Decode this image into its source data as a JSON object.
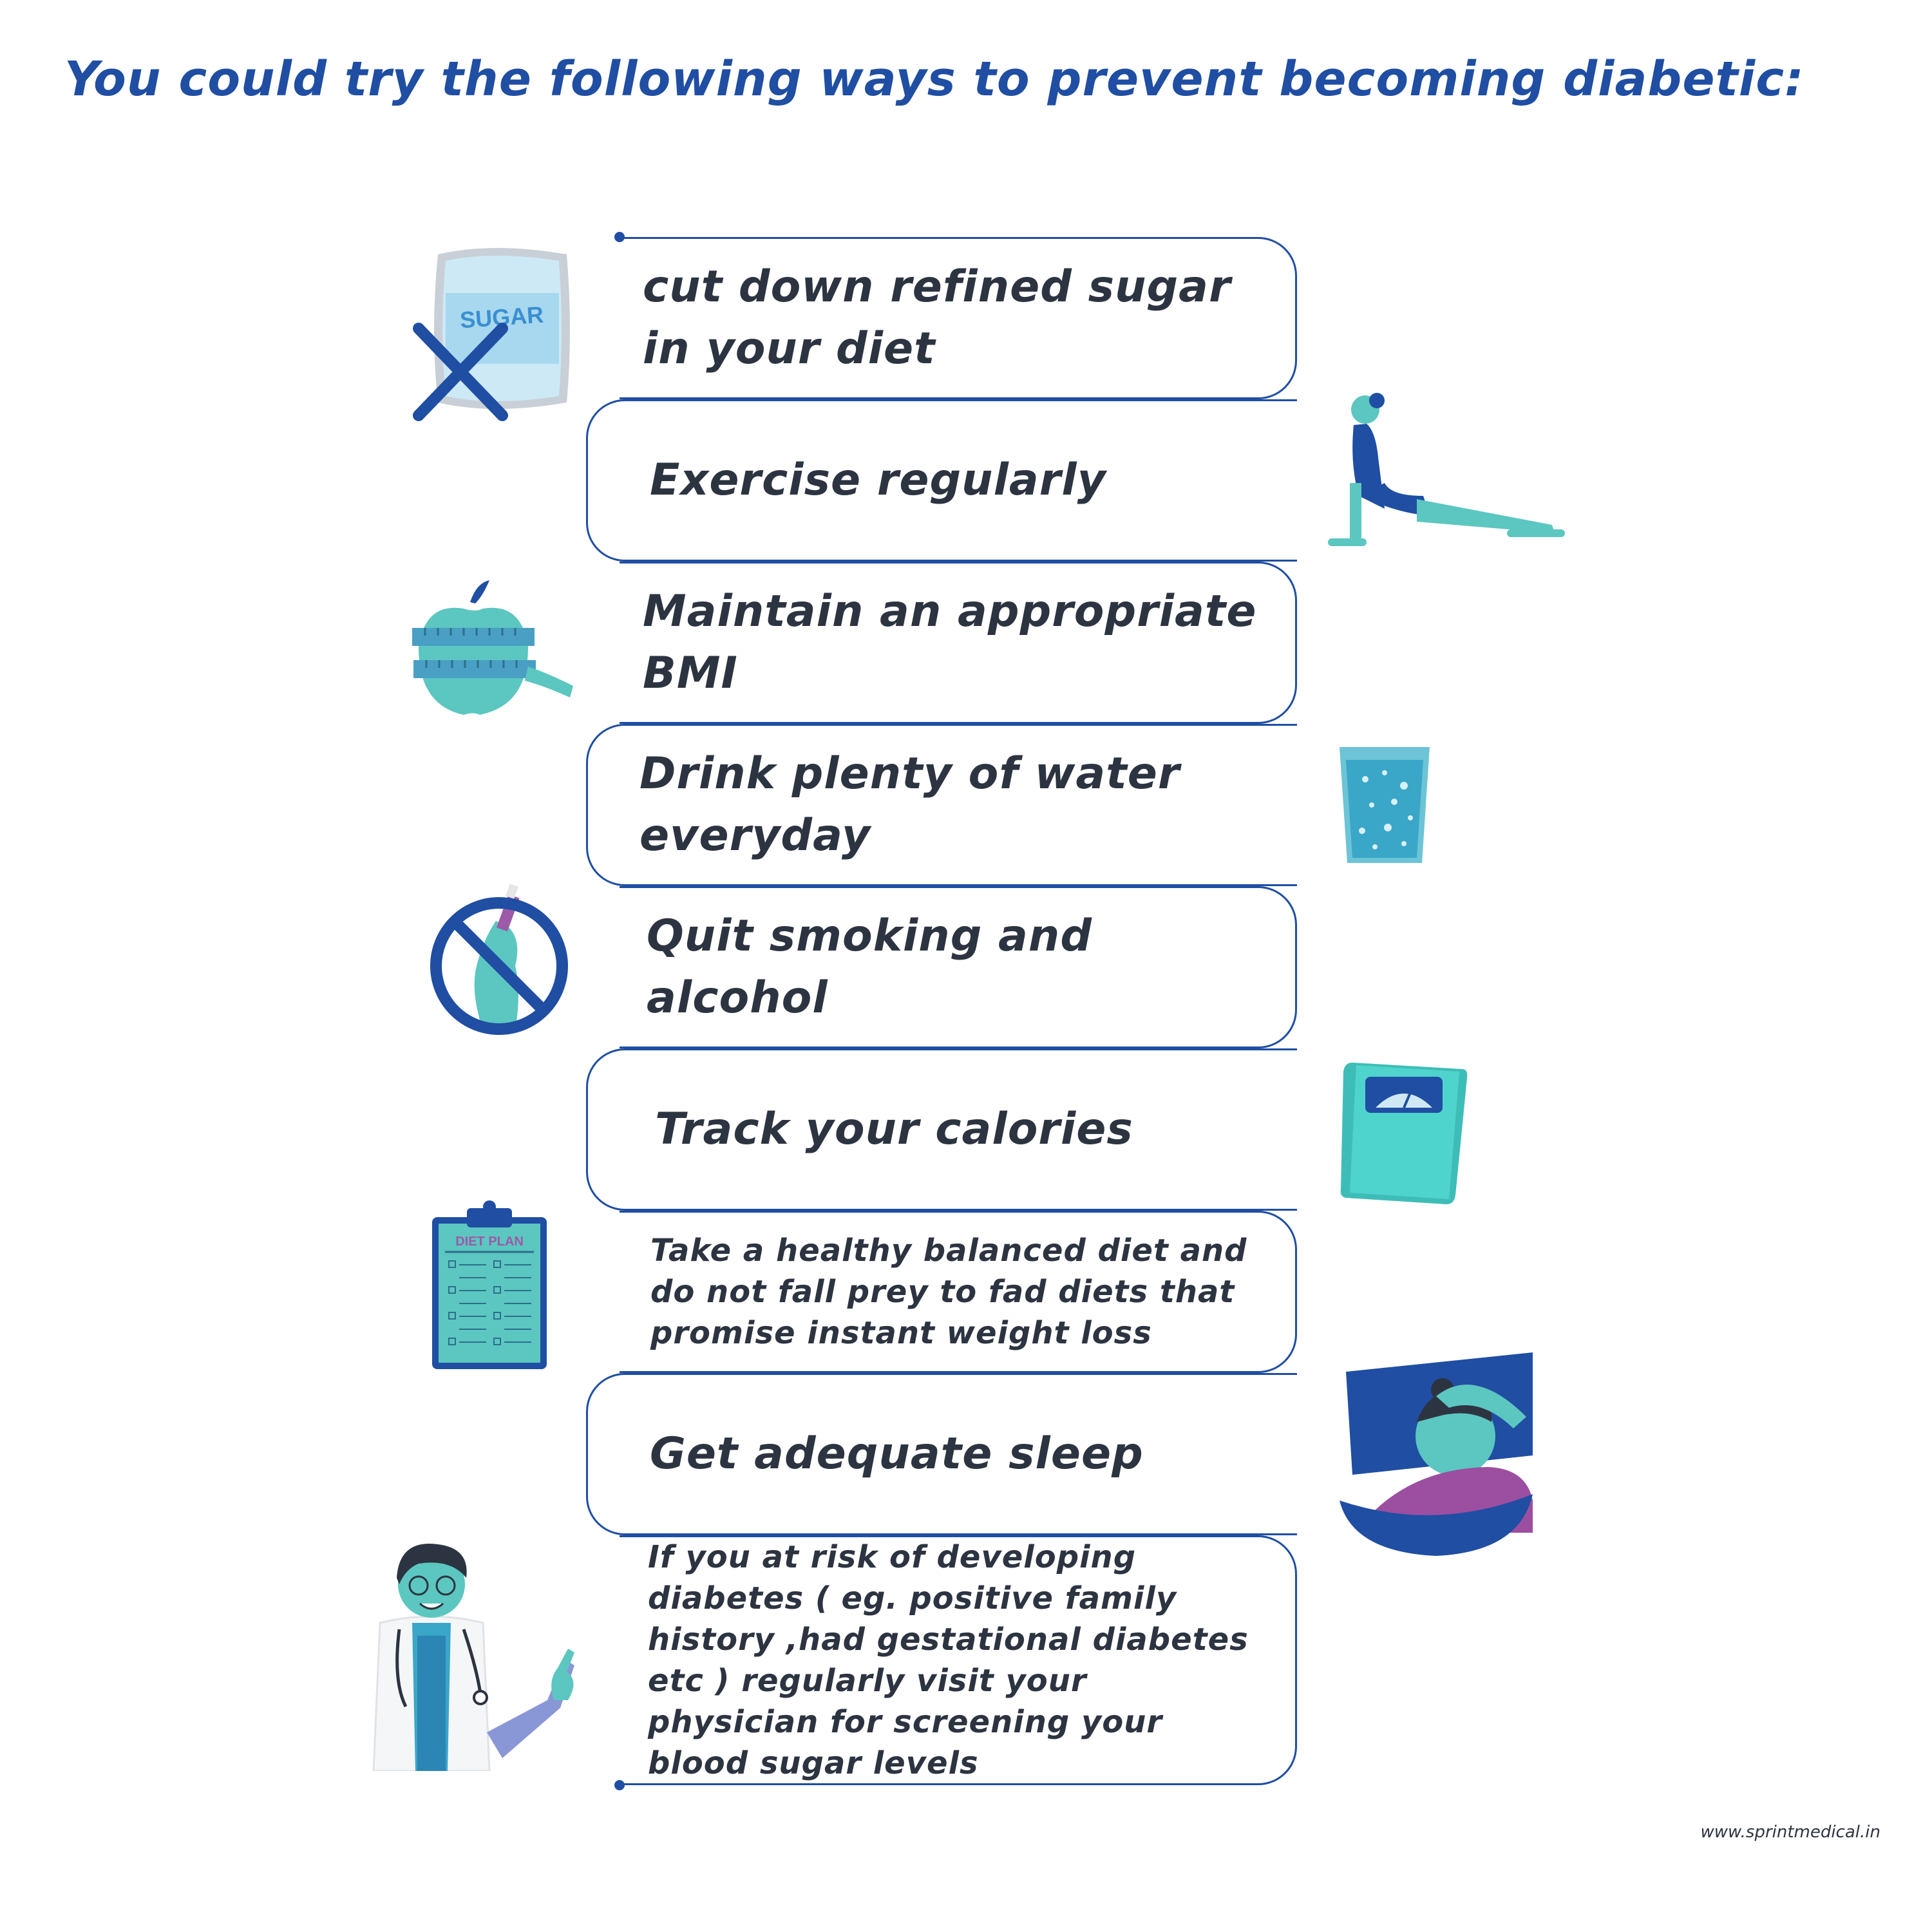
{
  "title": "You could try the following ways to prevent becoming diabetic:",
  "tips": [
    {
      "text": "cut down refined sugar in your diet",
      "icon": "sugar-bag-crossed-icon"
    },
    {
      "text": "Exercise regularly",
      "icon": "yoga-pose-icon"
    },
    {
      "text": "Maintain an appropriate BMI",
      "icon": "apple-measuring-tape-icon"
    },
    {
      "text": "Drink plenty of water everyday",
      "icon": "water-glass-icon"
    },
    {
      "text": "Quit smoking and alcohol",
      "icon": "no-smoking-icon"
    },
    {
      "text": "Track your calories",
      "icon": "weighing-scale-icon"
    },
    {
      "text": "Take a healthy balanced diet and do not fall prey to fad diets that promise instant weight loss",
      "icon": "diet-plan-clipboard-icon"
    },
    {
      "text": "Get adequate sleep",
      "icon": "sleeping-person-icon"
    },
    {
      "text": "If you at risk of developing diabetes ( eg. positive family history ,had gestational diabetes etc ) regularly visit your physician for screening your blood sugar levels",
      "icon": "doctor-icon"
    }
  ],
  "icon_labels": {
    "sugar": "SUGAR",
    "diet_plan": "DIET PLAN"
  },
  "footer": "www.sprintmedical.in",
  "colors": {
    "title": "#1f4ea3",
    "border": "#1f4ea3",
    "text": "#2d3441",
    "teal": "#5cc6c0",
    "navy": "#1f4ea3"
  }
}
